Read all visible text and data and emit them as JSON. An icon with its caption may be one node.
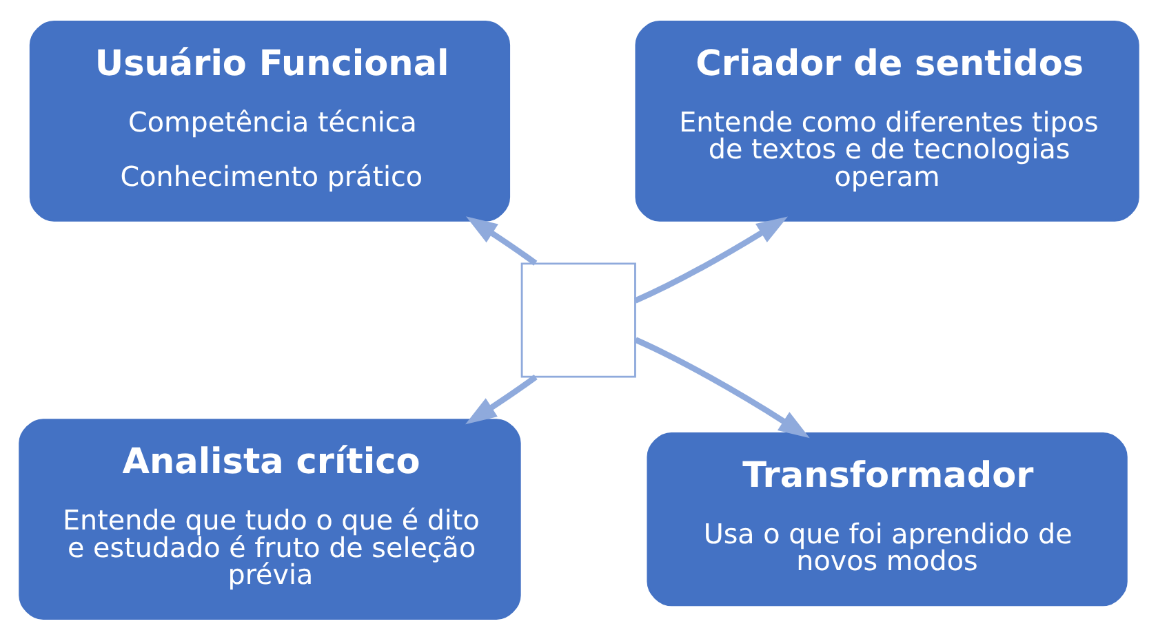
{
  "diagram": {
    "nodes": [
      {
        "text": [
          "Usuário Funcional",
          "Competência técnica",
          "Conhecimento prático"
        ]
      },
      {
        "text": [
          "Criador de sentidos",
          "Entende como diferentes tipos de textos e de tecnologias operam"
        ]
      },
      {
        "text": [
          "Analista crítico",
          "Entende que tudo o que é dito e estudado é fruto de seleção prévia"
        ]
      },
      {
        "text": [
          "Transformador",
          "Usa o que foi aprendido de novos modos"
        ]
      },
      {
        "text": [],
        "shape": "box"
      }
    ],
    "edges": [
      {
        "from": 4,
        "to": 0,
        "arrow": "to"
      },
      {
        "from": 4,
        "to": 1,
        "arrow": "to"
      },
      {
        "from": 4,
        "to": 2,
        "arrow": "to"
      },
      {
        "from": 4,
        "to": 3,
        "arrow": "to"
      }
    ]
  }
}
